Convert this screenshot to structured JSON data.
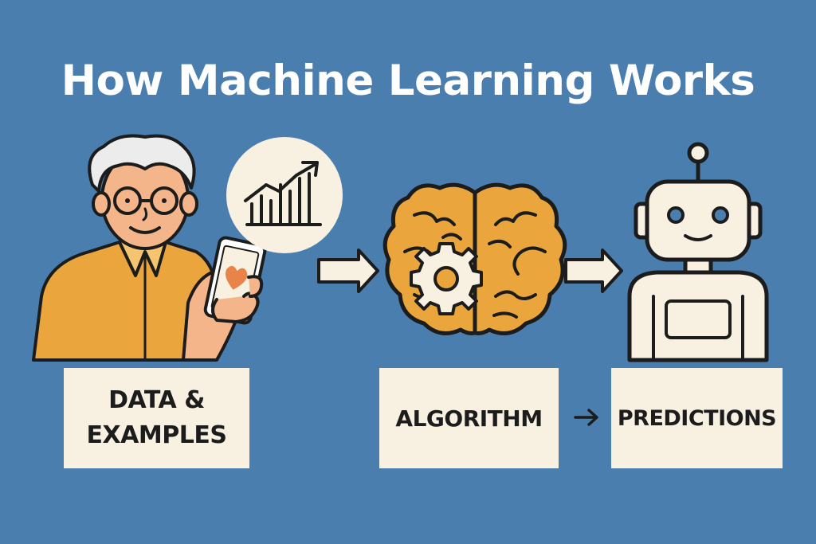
{
  "title": "How Machine Learning Works",
  "stages": [
    {
      "label_line1": "DATA &",
      "label_line2": "EXAMPLES",
      "icon": "person-with-phone-icon"
    },
    {
      "label": "ALGORITHM",
      "icon": "brain-gear-icon"
    },
    {
      "label": "PREDICTIONS",
      "icon": "robot-icon"
    }
  ],
  "colors": {
    "background": "#4a7eaf",
    "label_box": "#f8f1e2",
    "accent_orange": "#eaa63c",
    "outline": "#1c1c1c",
    "cream": "#f8f1e2",
    "skin": "#f4b58a",
    "heart": "#e8834a"
  }
}
